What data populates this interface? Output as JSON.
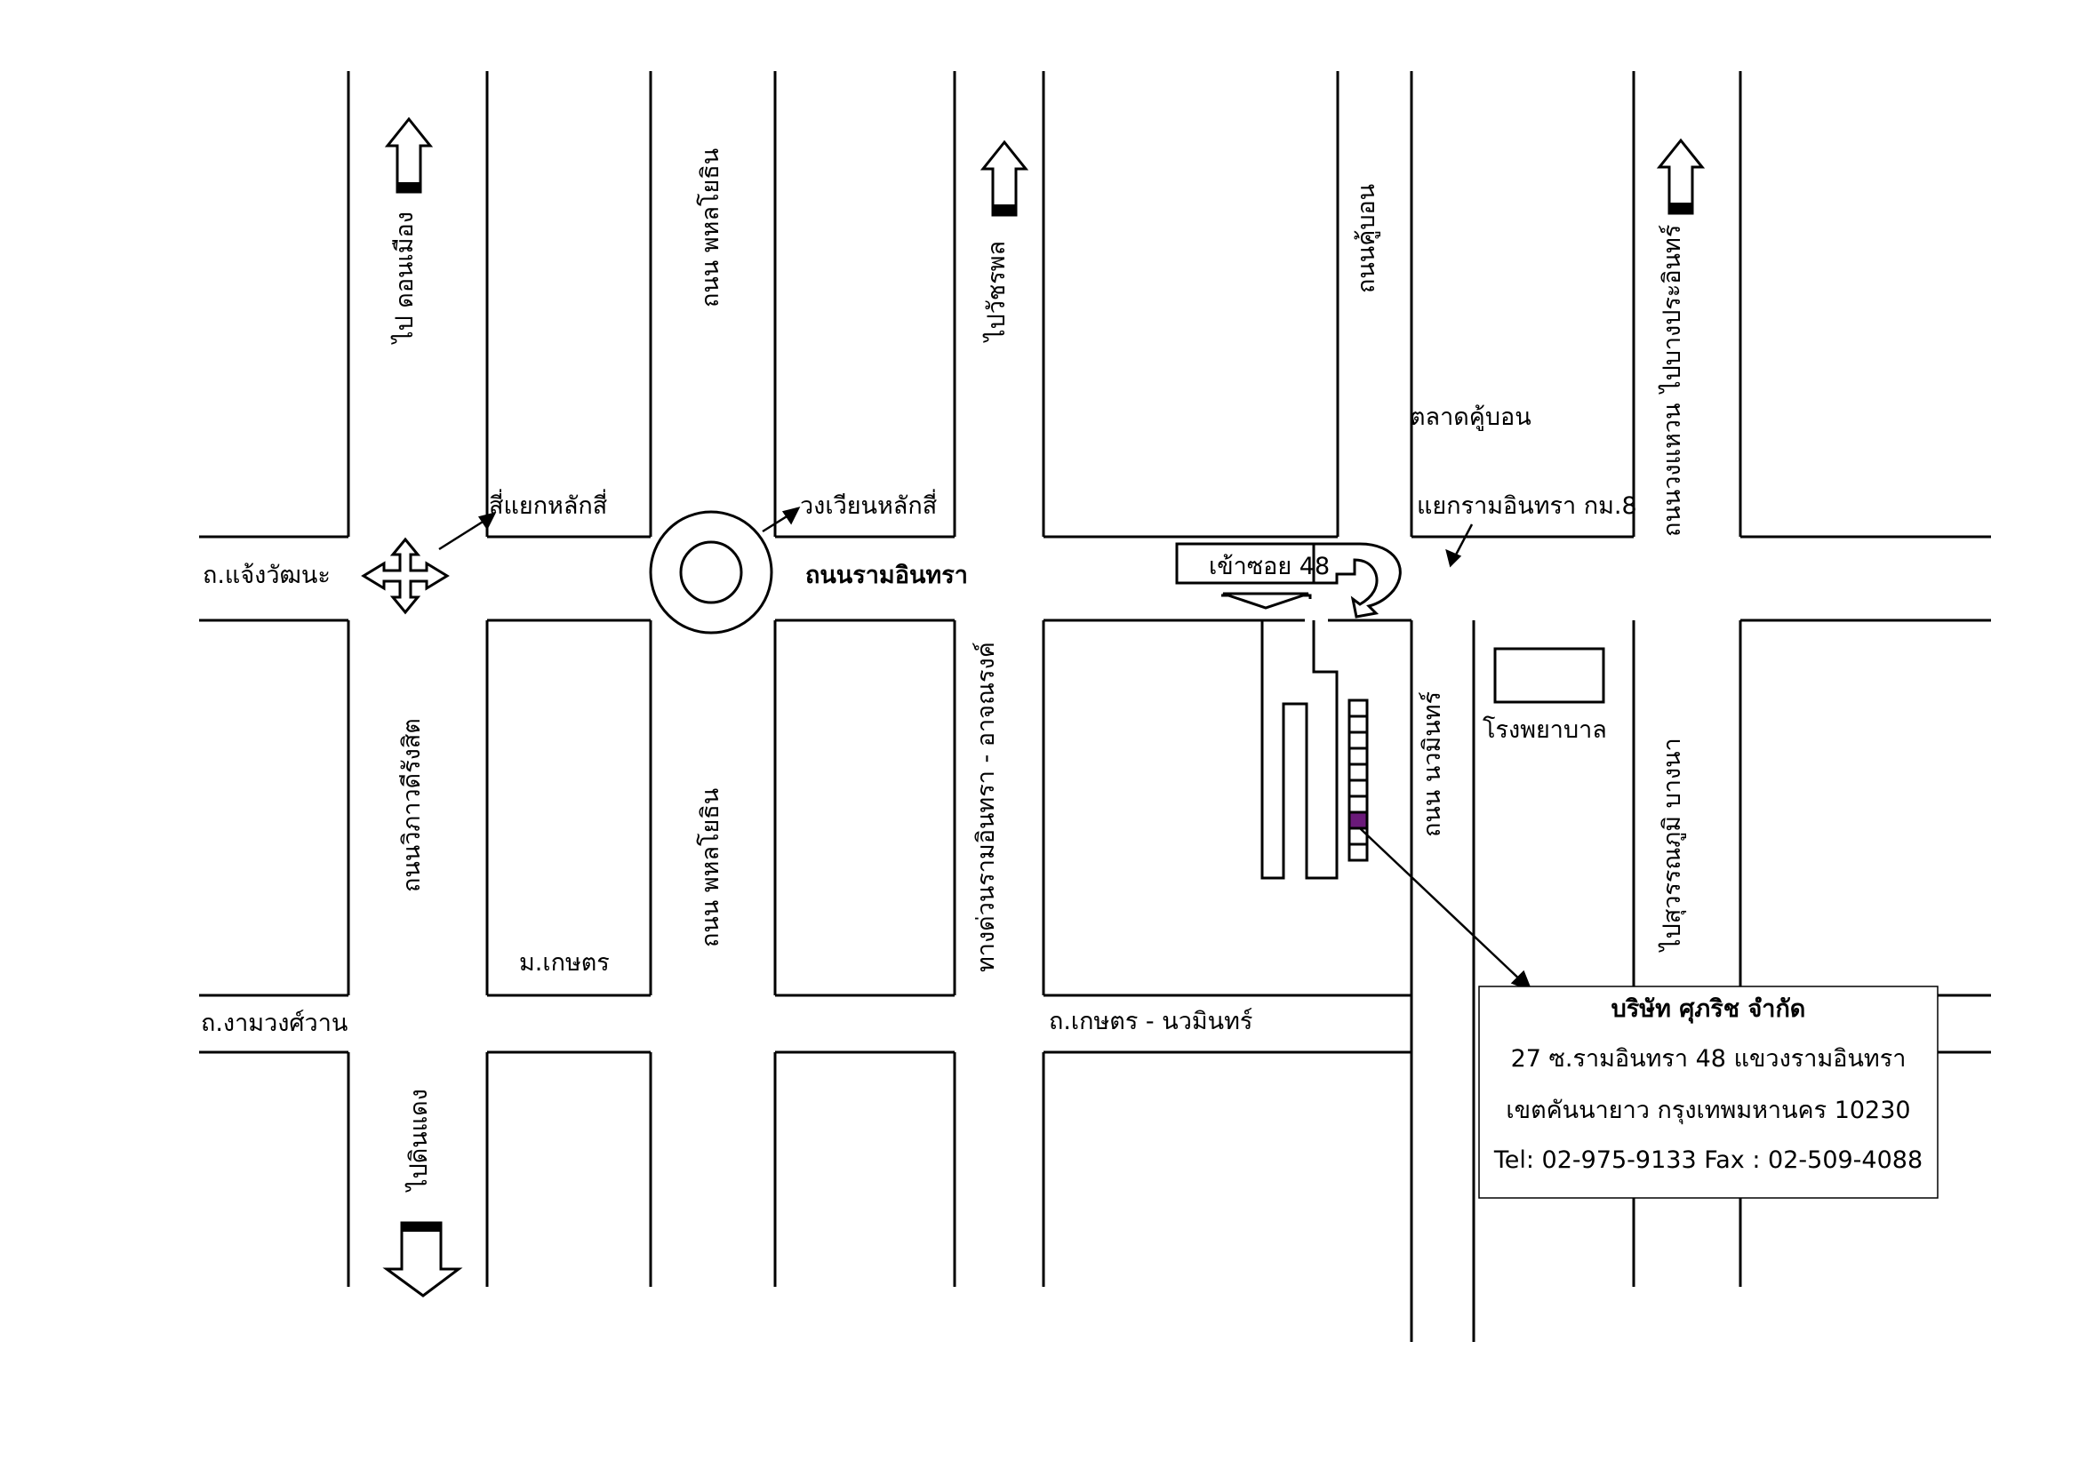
{
  "labels": {
    "to_don_mueang": "ไป ดอนเมือง",
    "phahon_yothin_north": "ถนน พหลโยธิน",
    "to_watcharaphon": "ไปวัชรพล",
    "khu_bon_road": "ถนนคู้บอน",
    "to_bang_pra_in": "ไปบางประอินทร์",
    "ring_road": "ถนนวงแหวน",
    "khu_bon_market": "ตลาดคู้บอน",
    "ramintra_intersection": "แยกรามอินทรา กม.8",
    "lak_si_junction": "สี่แยกหลักสี่",
    "lak_si_circle": "วงเวียนหลักสี่",
    "chaeng_watthana": "ถ.แจ้งวัฒนะ",
    "ramintra_road": "ถนนรามอินทรา",
    "enter_soi": "เข้าซอย 48",
    "vibhavadi": "ถนนวิภาวดีรังสิต",
    "phahon_yothin_south": "ถนน พหลโยธิน",
    "expressway": "ทางด่วนรามอินทรา - อาจณรงค์",
    "nawamin_road": "ถนน นวมินทร์",
    "hospital": "โรงพยาบาล",
    "to_suvarnabhumi": "ไปสุวรรณภูมิ  บางนา",
    "kaset_village": "ม.เกษตร",
    "ngam_wong_wan": "ถ.งามวงศ์วาน",
    "kaset_nawamin": "ถ.เกษตร - นวมินทร์",
    "to_din_daeng": "ไปดินแดง"
  },
  "company": {
    "name": "บริษัท ศุภริช จำกัด",
    "address_1": "27 ซ.รามอินทรา 48 แขวงรามอินทรา",
    "address_2": "เขตคันนายาว กรุงเทพมหานคร 10230",
    "contact": "Tel: 02-975-9133 Fax : 02-509-4088"
  },
  "colors": {
    "lines": "#000000",
    "location_marker": "#6b1a7a"
  },
  "icons": [
    "arrow-up-icon",
    "arrow-down-icon",
    "four-way-arrow-icon",
    "roundabout-icon",
    "u-turn-icon",
    "down-arrow-icon"
  ]
}
